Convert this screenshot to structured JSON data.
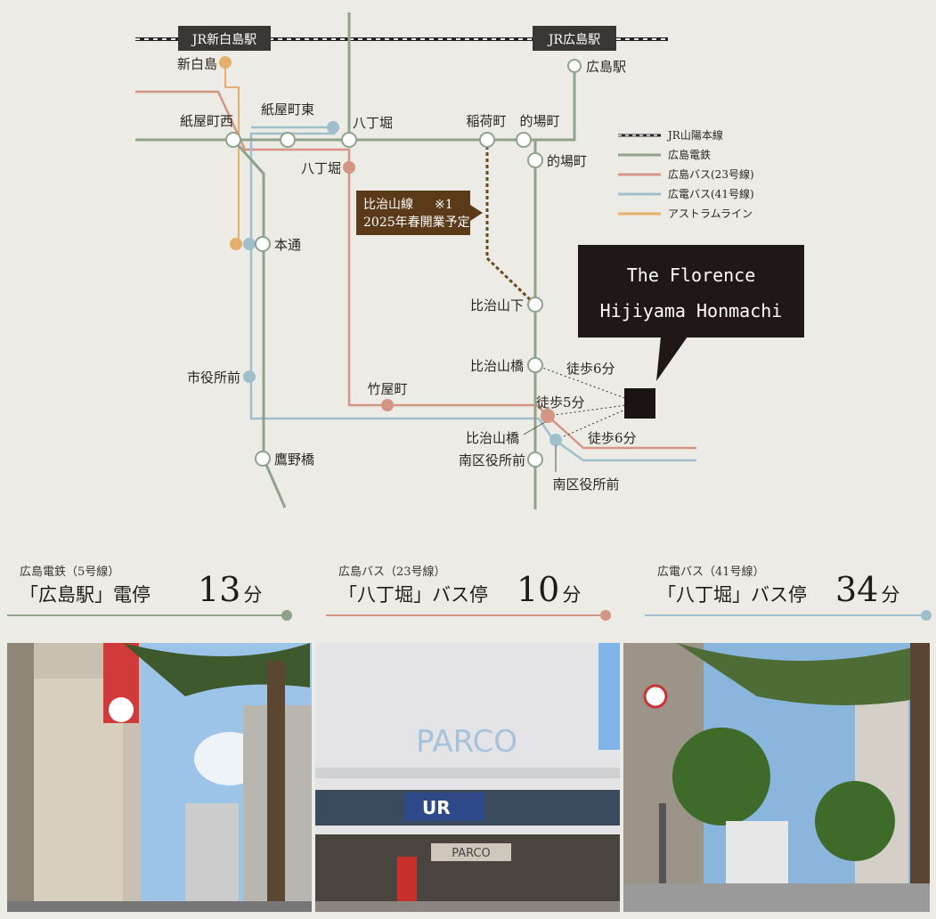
{
  "jr_stations": [
    "JR新白島駅",
    "JR広島駅"
  ],
  "stations": {
    "shinhakushima": "新白島",
    "hiroshima_eki": "広島駅",
    "kamiyacho_nishi": "紙屋町西",
    "kamiyacho_higashi": "紙屋町東",
    "hatchobori_tram": "八丁堀",
    "inaricho": "稲荷町",
    "matobacho": "的場町",
    "matobacho_2": "的場町",
    "hatchobori_bus": "八丁堀",
    "hondori": "本通",
    "hijiyamashita": "比治山下",
    "hijiyamabashi_tram": "比治山橋",
    "shiyakushomae": "市役所前",
    "takeyacho": "竹屋町",
    "hijiyamabashi_bus": "比治山橋",
    "minamiku_yakushomae_tram": "南区役所前",
    "minamiku_yakushomae_bus": "南区役所前",
    "takanobashi": "鷹野橋"
  },
  "new_line": {
    "name": "比治山線",
    "note_mark": "※1",
    "opening": "2025年春開業予定"
  },
  "property": {
    "line1": "The Florence",
    "line2": "Hijiyama Honmachi"
  },
  "walk_times": [
    "徒歩6分",
    "徒歩5分",
    "徒歩6分"
  ],
  "legend": [
    {
      "label": "JR山陽本線",
      "color": "#222222",
      "style": "dashed"
    },
    {
      "label": "広島電鉄",
      "color": "#8fa38a",
      "style": "solid"
    },
    {
      "label": "広島バス(23号線)",
      "color": "#d49585",
      "style": "solid"
    },
    {
      "label": "広電バス(41号線)",
      "color": "#9ebfcb",
      "style": "solid"
    },
    {
      "label": "アストラムライン",
      "color": "#e4b06c",
      "style": "solid"
    }
  ],
  "colors": {
    "tram": "#8fa38a",
    "bus23": "#d49585",
    "bus41": "#9ebfcb",
    "astram": "#e4b06c",
    "jr": "#222222",
    "background": "#ecebe6",
    "brown_tag": "#5b3a1a",
    "property_box": "#1f1816"
  },
  "stats": [
    {
      "line": "広島電鉄（5号線）",
      "stop": "「広島駅」電停",
      "minutes": "13",
      "unit": "分",
      "color": "#8fa38a"
    },
    {
      "line": "広島バス（23号線）",
      "stop": "「八丁堀」バス停",
      "minutes": "10",
      "unit": "分",
      "color": "#d49585"
    },
    {
      "line": "広電バス（41号線）",
      "stop": "「八丁堀」バス停",
      "minutes": "34",
      "unit": "分",
      "color": "#9ebfcb"
    }
  ],
  "photos": {
    "photo2_sign": "PARCO",
    "photo2_store": "UR",
    "photo2_entrance": "PARCO"
  }
}
